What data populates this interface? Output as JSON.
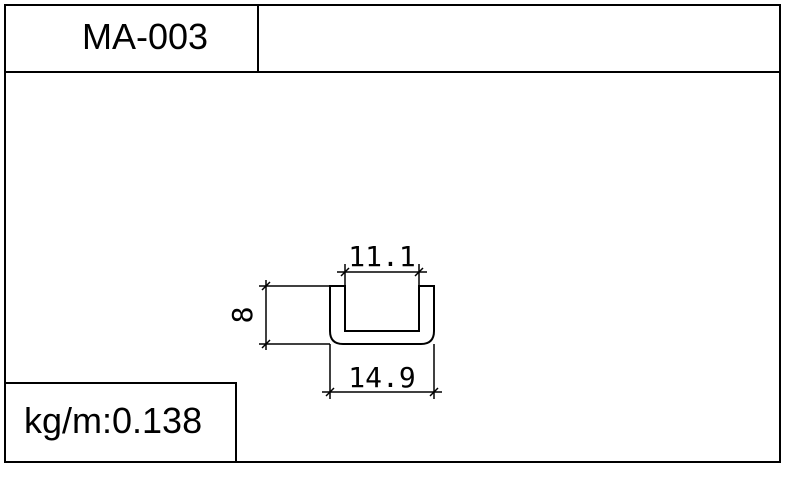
{
  "header": {
    "part_code": "MA-003",
    "right_cell": ""
  },
  "footer": {
    "weight": "kg/m:0.138"
  },
  "drawing": {
    "profile": "U-channel",
    "dimensions": {
      "inner_width": "11.1",
      "outer_width": "14.9",
      "height": "8"
    }
  },
  "colors": {
    "line": "#000000",
    "background": "#ffffff"
  }
}
